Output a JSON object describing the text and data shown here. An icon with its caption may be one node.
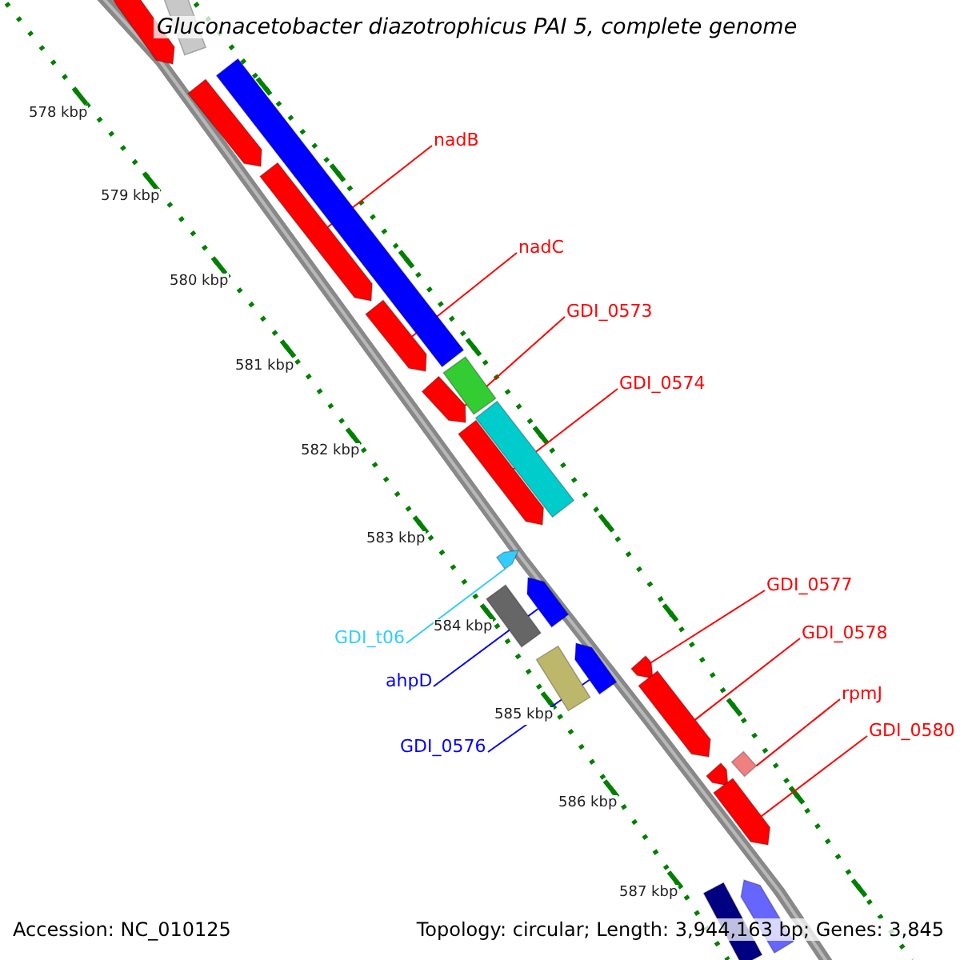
{
  "diagram": {
    "title": "Gluconacetobacter diazotrophicus PAI 5, complete genome",
    "nodes": [
      {
        "text": [],
        "shape": "bar"
      },
      {
        "text": [],
        "shape": "bar"
      },
      {
        "text": [],
        "shape": "bar"
      },
      {
        "text": [],
        "shape": "bar"
      },
      {
        "text": [],
        "shape": "bar"
      },
      {
        "text": [],
        "shape": "bar"
      },
      {
        "text": [],
        "shape": "bar"
      },
      {
        "text": [],
        "shape": "bar"
      },
      {
        "text": [],
        "shape": "bar"
      },
      {
        "text": [],
        "shape": "bar"
      },
      {
        "text": [],
        "shape": "bar"
      },
      {
        "text": [],
        "shape": "bar"
      },
      {
        "text": [],
        "shape": "bar"
      },
      {
        "text": [],
        "shape": "bar"
      },
      {
        "text": [],
        "shape": "bar"
      },
      {
        "text": [],
        "shape": "bar"
      },
      {
        "text": [],
        "shape": "bar"
      },
      {
        "text": [],
        "shape": "bar"
      },
      {
        "text": [],
        "shape": "bar"
      },
      {
        "text": [],
        "shape": "bar"
      },
      {
        "text": [],
        "shape": "bar"
      },
      {
        "text": [],
        "shape": "bar"
      },
      {
        "text": [
          "nadB"
        ]
      },
      {
        "text": [
          "nadC"
        ]
      },
      {
        "text": [
          "GDI_0573"
        ]
      },
      {
        "text": [
          "GDI_0574"
        ]
      },
      {
        "text": [
          "GDI_0577"
        ]
      },
      {
        "text": [
          "GDI_t06"
        ]
      },
      {
        "text": [
          "GDI_0578"
        ]
      },
      {
        "text": [
          "ahpD"
        ]
      },
      {
        "text": [
          "rpmJ"
        ]
      },
      {
        "text": [
          "GDI_0580"
        ]
      },
      {
        "text": [
          "GDI_0576"
        ]
      }
    ],
    "edges": [
      {
        "from": 22,
        "to": 4,
        "arrow": "none"
      },
      {
        "from": 23,
        "to": 5,
        "arrow": "none"
      },
      {
        "from": 24,
        "to": 7,
        "arrow": "none"
      },
      {
        "from": 25,
        "to": 9,
        "arrow": "none"
      },
      {
        "from": 26,
        "to": 15,
        "arrow": "none"
      },
      {
        "from": 27,
        "to": 10,
        "arrow": "none",
        "color": "#33ccff"
      },
      {
        "from": 28,
        "to": 16,
        "arrow": "none"
      },
      {
        "from": 29,
        "to": 12,
        "arrow": "none",
        "color": "#0000ff"
      },
      {
        "from": 30,
        "to": 17,
        "arrow": "none"
      },
      {
        "from": 31,
        "to": 19,
        "arrow": "none"
      },
      {
        "from": 32,
        "to": 14,
        "arrow": "none",
        "color": "#0000ff"
      }
    ],
    "labels": [
      "578 kbp",
      "579 kbp",
      "580 kbp",
      "581 kbp",
      "582 kbp",
      "583 kbp",
      "584 kbp",
      "585 kbp",
      "586 kbp",
      "587 kbp",
      "Accession: NC_010125",
      "Topology: circular; Length: 3,944,163 bp; Genes: 3,845"
    ]
  }
}
